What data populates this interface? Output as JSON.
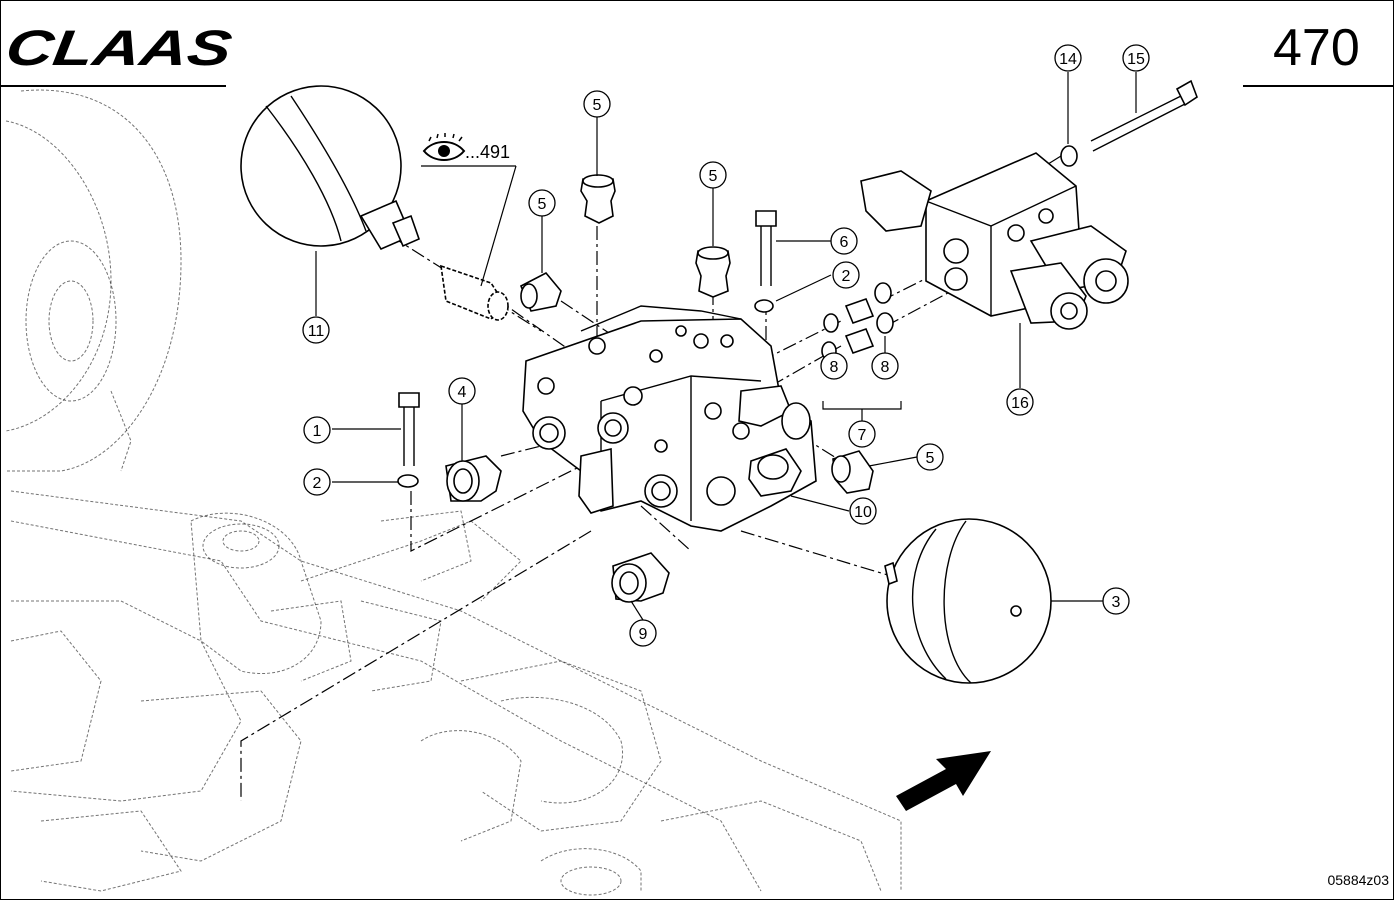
{
  "header": {
    "brand": "CLAAS",
    "page_number": "470"
  },
  "reference": {
    "label": "...491",
    "icon": "eye-icon"
  },
  "footer": {
    "drawing_code": "05884z03"
  },
  "callouts": [
    {
      "id": "c1",
      "label": "1"
    },
    {
      "id": "c2a",
      "label": "2"
    },
    {
      "id": "c2b",
      "label": "2"
    },
    {
      "id": "c3",
      "label": "3"
    },
    {
      "id": "c4",
      "label": "4"
    },
    {
      "id": "c5a",
      "label": "5"
    },
    {
      "id": "c5b",
      "label": "5"
    },
    {
      "id": "c5c",
      "label": "5"
    },
    {
      "id": "c5d",
      "label": "5"
    },
    {
      "id": "c6",
      "label": "6"
    },
    {
      "id": "c7",
      "label": "7"
    },
    {
      "id": "c8a",
      "label": "8"
    },
    {
      "id": "c8b",
      "label": "8"
    },
    {
      "id": "c9",
      "label": "9"
    },
    {
      "id": "c10",
      "label": "10"
    },
    {
      "id": "c11",
      "label": "11"
    },
    {
      "id": "c14",
      "label": "14"
    },
    {
      "id": "c15",
      "label": "15"
    },
    {
      "id": "c16",
      "label": "16"
    }
  ]
}
